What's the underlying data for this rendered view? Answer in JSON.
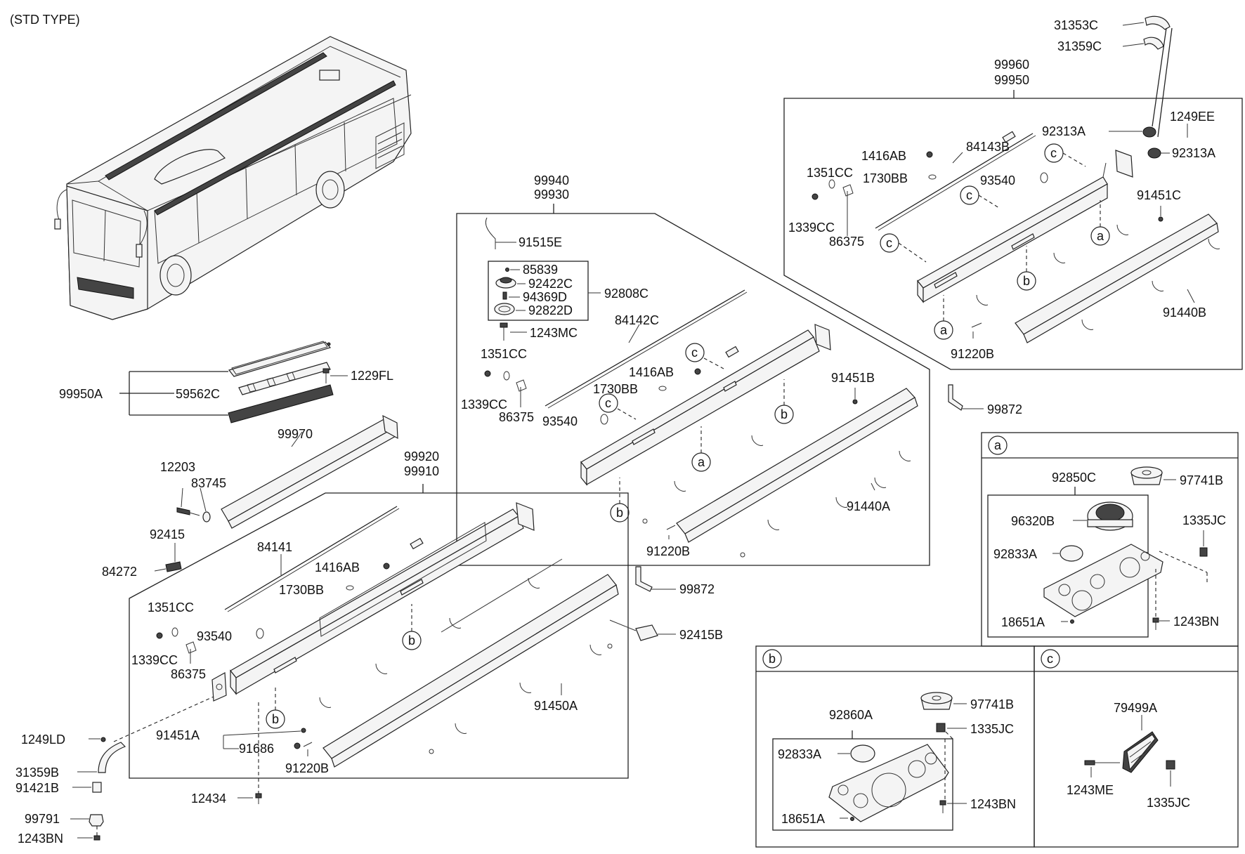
{
  "header": {
    "type_label": "(STD TYPE)"
  },
  "group_labels": {
    "g99960": "99960",
    "g99950": "99950",
    "g99940": "99940",
    "g99930": "99930",
    "g99920": "99920",
    "g99910": "99910",
    "g99950A": "99950A",
    "g92808C": "92808C"
  },
  "part_labels": {
    "p31353C": "31353C",
    "p31359C": "31359C",
    "p92313A_1": "92313A",
    "p1249EE": "1249EE",
    "p92313A_2": "92313A",
    "p1416AB_r": "1416AB",
    "p84143B": "84143B",
    "p1351CC_r": "1351CC",
    "p1730BB_r": "1730BB",
    "p93540_r": "93540",
    "p91451C": "91451C",
    "p1339CC_r": "1339CC",
    "p86375_r": "86375",
    "p91440B": "91440B",
    "p91220B_r": "91220B",
    "p99872_r": "99872",
    "p91515E": "91515E",
    "p85839": "85839",
    "p92422C": "92422C",
    "p94369D": "94369D",
    "p92822D": "92822D",
    "p1243MC": "1243MC",
    "p84142C": "84142C",
    "p1351CC_m": "1351CC",
    "p1416AB_m": "1416AB",
    "p1730BB_m": "1730BB",
    "p1339CC_m": "1339CC",
    "p86375_m": "86375",
    "p93540_m": "93540",
    "p91451B": "91451B",
    "p91440A": "91440A",
    "p91220B_m": "91220B",
    "p1229FL": "1229FL",
    "p59562C": "59562C",
    "p99970": "99970",
    "p12203": "12203",
    "p83745": "83745",
    "p92415": "92415",
    "p84272": "84272",
    "p84141": "84141",
    "p1416AB_l": "1416AB",
    "p1730BB_l": "1730BB",
    "p1351CC_l": "1351CC",
    "p93540_l": "93540",
    "p1339CC_l": "1339CC",
    "p86375_l": "86375",
    "p99872_m": "99872",
    "p92415B": "92415B",
    "p91450A": "91450A",
    "p1249LD": "1249LD",
    "p91451A": "91451A",
    "p91686": "91686",
    "p91220B_l": "91220B",
    "p31359B": "31359B",
    "p91421B": "91421B",
    "p12434": "12434",
    "p99791": "99791",
    "p1243BN_l": "1243BN"
  },
  "detail_a": {
    "tag": "a",
    "p92850C": "92850C",
    "p97741B": "97741B",
    "p96320B": "96320B",
    "p1335JC": "1335JC",
    "p92833A": "92833A",
    "p18651A": "18651A",
    "p1243BN": "1243BN"
  },
  "detail_b": {
    "tag": "b",
    "p92860A": "92860A",
    "p97741B": "97741B",
    "p1335JC": "1335JC",
    "p92833A": "92833A",
    "p1243BN": "1243BN",
    "p18651A": "18651A"
  },
  "detail_c": {
    "tag": "c",
    "p79499A": "79499A",
    "p1243ME": "1243ME",
    "p1335JC": "1335JC"
  },
  "callouts": {
    "a": "a",
    "b": "b",
    "c": "c"
  }
}
